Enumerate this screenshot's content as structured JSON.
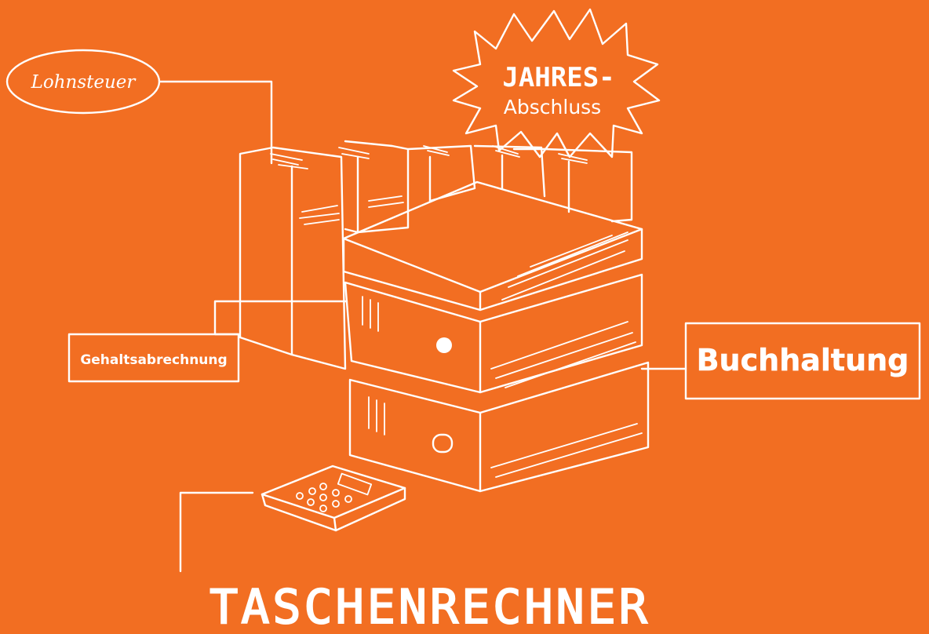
{
  "colors": {
    "background": "#F26E22",
    "ink": "#FFFFFF"
  },
  "labels": {
    "lohnsteuer": "Lohnsteuer",
    "jahres": "JAHRES-",
    "abschluss": "Abschluss",
    "gehaltsabrechnung": "Gehaltsabrechnung",
    "buchhaltung": "Buchhaltung",
    "taschenrechner": "TASCHENRECHNER"
  }
}
